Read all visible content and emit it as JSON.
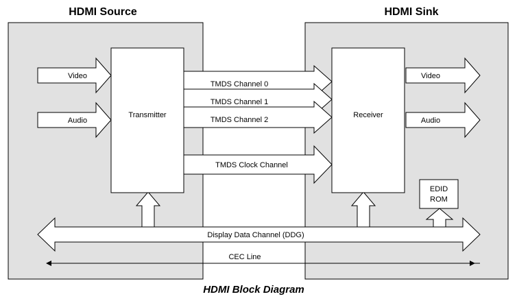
{
  "source": {
    "title": "HDMI Source",
    "block": "Transmitter"
  },
  "sink": {
    "title": "HDMI Sink",
    "block": "Receiver",
    "rom": [
      "EDID",
      "ROM"
    ]
  },
  "inputs": {
    "video": "Video",
    "audio": "Audio"
  },
  "outputs": {
    "video": "Video",
    "audio": "Audio"
  },
  "channels": [
    "TMDS Channel 0",
    "TMDS Channel 1",
    "TMDS Channel 2",
    "TMDS Clock Channel"
  ],
  "ddc": "Display Data Channel (DDG)",
  "cec": "CEC Line",
  "caption": "HDMI Block Diagram"
}
